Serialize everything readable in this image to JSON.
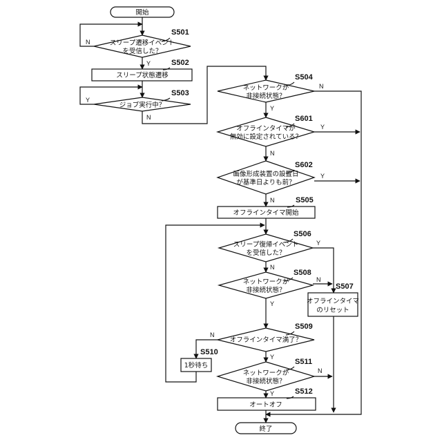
{
  "flowchart": {
    "start": "開始",
    "end": "終了",
    "s501": {
      "step": "S501",
      "line1": "スリープ遷移イベント",
      "line2": "を受信した？"
    },
    "s502": {
      "step": "S502",
      "label": "スリープ状態遷移"
    },
    "s503": {
      "step": "S503",
      "label": "ジョブ実行中？"
    },
    "s504": {
      "step": "S504",
      "line1": "ネットワークが",
      "line2": "非接続状態？"
    },
    "s601": {
      "step": "S601",
      "line1": "オフラインタイマが",
      "line2": "無効に設定されている？"
    },
    "s602": {
      "step": "S602",
      "line1": "画像形成装置の設置日",
      "line2": "が基準日よりも前？"
    },
    "s505": {
      "step": "S505",
      "label": "オフラインタイマ開始"
    },
    "s506": {
      "step": "S506",
      "line1": "スリープ復帰イベント",
      "line2": "を受信した？"
    },
    "s508": {
      "step": "S508",
      "line1": "ネットワークが",
      "line2": "非接続状態？"
    },
    "s507": {
      "step": "S507",
      "line1": "オフラインタイマ",
      "line2": "のリセット"
    },
    "s509": {
      "step": "S509",
      "label": "オフラインタイマ満了？"
    },
    "s510": {
      "step": "S510",
      "label": "1秒待ち"
    },
    "s511": {
      "step": "S511",
      "line1": "ネットワークが",
      "line2": "非接続状態？"
    },
    "s512": {
      "step": "S512",
      "label": "オートオフ"
    },
    "yes": "Y",
    "no": "N"
  }
}
